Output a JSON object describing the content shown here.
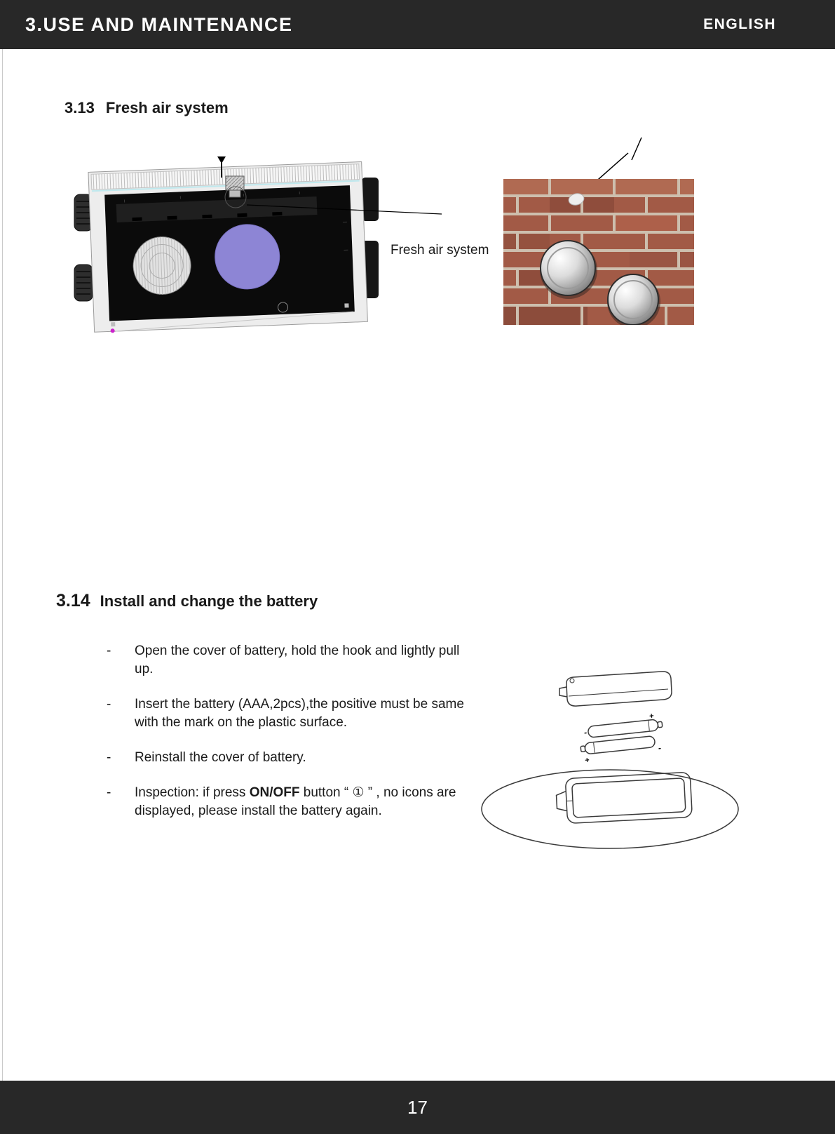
{
  "header": {
    "title": "3.USE AND MAINTENANCE",
    "language": "ENGLISH"
  },
  "sections": {
    "fresh_air": {
      "number": "3.13",
      "title": "Fresh air system",
      "callout": "Fresh air system"
    },
    "battery": {
      "number": "3.14",
      "title": "Install and change the battery",
      "bullets": [
        {
          "marker": "-",
          "pre": "Open the cover of battery, hold the hook and lightly pull up.",
          "bold": "",
          "post": ""
        },
        {
          "marker": "-",
          "pre": "Insert the battery (AAA,2pcs),the positive must be same with the mark on the plastic surface.",
          "bold": "",
          "post": ""
        },
        {
          "marker": "-",
          "pre": "Reinstall the cover of battery.",
          "bold": "",
          "post": ""
        },
        {
          "marker": "-",
          "pre": "Inspection: if press ",
          "bold": "ON/OFF",
          "post": " button “ ① ” , no icons are displayed, please install the battery again."
        }
      ]
    }
  },
  "footer": {
    "page_number": "17"
  }
}
